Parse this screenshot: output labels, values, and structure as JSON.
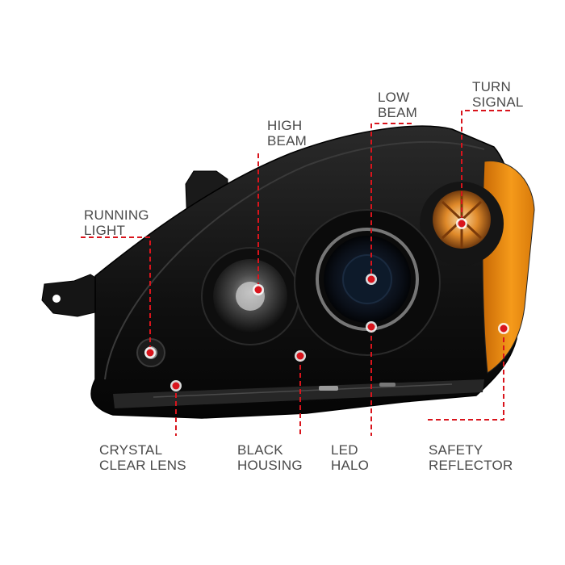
{
  "colors": {
    "callout": "#d9141c",
    "text": "#4a4a4a",
    "housing": "#121212",
    "amber": "#e98a12"
  },
  "callouts": {
    "running_light": {
      "line1": "RUNNING",
      "line2": "LIGHT"
    },
    "high_beam": {
      "line1": "HIGH",
      "line2": "BEAM"
    },
    "low_beam": {
      "line1": "LOW",
      "line2": "BEAM"
    },
    "turn_signal": {
      "line1": "TURN",
      "line2": "SIGNAL"
    },
    "crystal_clear_lens": {
      "line1": "CRYSTAL",
      "line2": "CLEAR LENS"
    },
    "black_housing": {
      "line1": "BLACK",
      "line2": "HOUSING"
    },
    "led_halo": {
      "line1": "LED",
      "line2": "HALO"
    },
    "safety_reflector": {
      "line1": "SAFETY",
      "line2": "REFLECTOR"
    }
  }
}
